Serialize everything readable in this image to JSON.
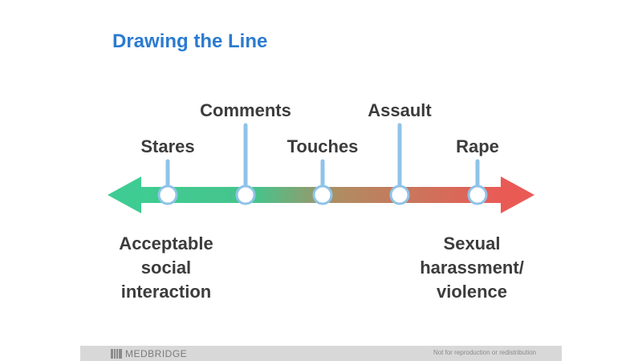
{
  "title": "Drawing the Line",
  "events": [
    {
      "label": "Stares"
    },
    {
      "label": "Comments"
    },
    {
      "label": "Touches"
    },
    {
      "label": "Assault"
    },
    {
      "label": "Rape"
    }
  ],
  "left_caption": [
    "Acceptable",
    "social",
    "interaction"
  ],
  "right_caption": [
    "Sexual",
    "harassment/",
    "violence"
  ],
  "colors": {
    "title": "#2b7bd0",
    "start": "#3fcc92",
    "middle": "#b08c62",
    "end": "#ea5a55",
    "stem": "#8fc3e8",
    "text": "#3c3c3c"
  },
  "footer": {
    "brand": "MEDBRIDGE",
    "note": "Not for reproduction or redistribution",
    "logo_icon": "medbridge-logo-icon"
  }
}
